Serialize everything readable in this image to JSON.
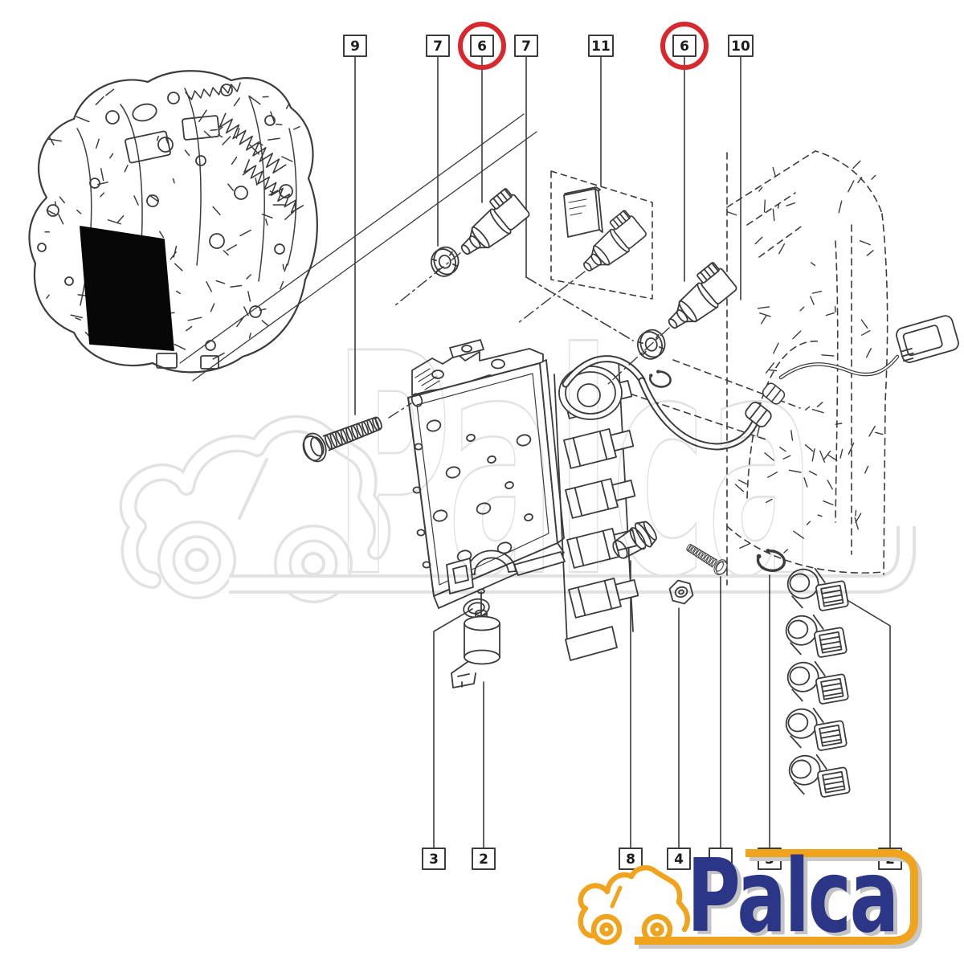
{
  "page": {
    "background_color": "#ffffff"
  },
  "diagram": {
    "line_color": "#3c3c3c",
    "highlight_color": "#d7282e",
    "callouts_top": [
      {
        "label": "9"
      },
      {
        "label": "7"
      },
      {
        "label": "6",
        "circled": true
      },
      {
        "label": "7"
      },
      {
        "label": "11"
      },
      {
        "label": "6",
        "circled": true
      },
      {
        "label": "10"
      }
    ],
    "callouts_bottom": [
      {
        "label": "3"
      },
      {
        "label": "2"
      },
      {
        "label": "8"
      },
      {
        "label": "4"
      },
      {
        "label": "",
        "occluded_by_logo": true
      },
      {
        "label": "3"
      },
      {
        "label": "2"
      }
    ]
  },
  "branding": {
    "watermark_text": "Palca",
    "logo_text": "Palca",
    "logo_blue": "#2b3687",
    "logo_yellow": "#f0a41e",
    "logo_shadow": "#c3c3c3",
    "watermark_gray": "#e2e2e2"
  }
}
